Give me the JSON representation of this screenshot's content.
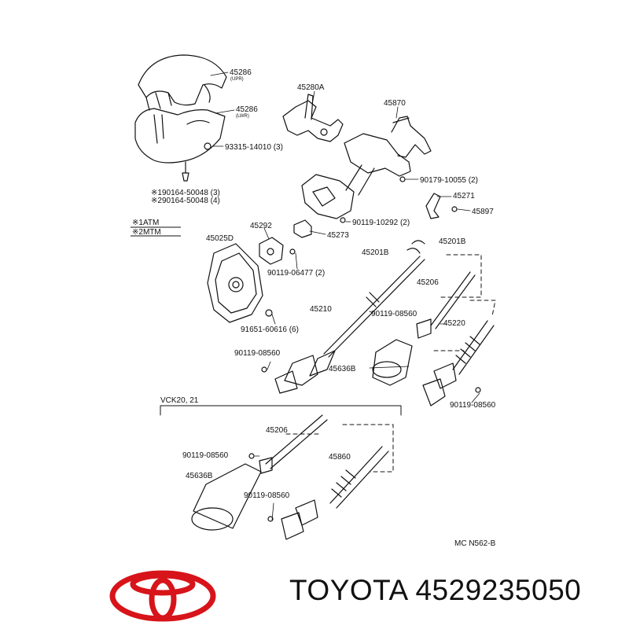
{
  "callouts": [
    {
      "id": "p45286-upr",
      "text": "45286",
      "sub": "(UPR)"
    },
    {
      "id": "p45286-lwr",
      "text": "45286",
      "sub": "(LWR)"
    },
    {
      "id": "p93315",
      "text": "93315-14010 (3)"
    },
    {
      "id": "p190164",
      "text": "※190164-50048 (3)"
    },
    {
      "id": "p290164",
      "text": "※290164-50048 (4)"
    },
    {
      "id": "p45280a",
      "text": "45280A"
    },
    {
      "id": "p45870",
      "text": "45870"
    },
    {
      "id": "p90179",
      "text": "90179-10055 (2)"
    },
    {
      "id": "p45271",
      "text": "45271"
    },
    {
      "id": "p45897",
      "text": "45897"
    },
    {
      "id": "p90119-10292",
      "text": "90119-10292 (2)"
    },
    {
      "id": "p45273",
      "text": "45273"
    },
    {
      "id": "p45292",
      "text": "45292"
    },
    {
      "id": "p45025d",
      "text": "45025D"
    },
    {
      "id": "p90119-06477",
      "text": "90119-06477 (2)"
    },
    {
      "id": "p45201b-r",
      "text": "45201B"
    },
    {
      "id": "p45201b-l",
      "text": "45201B"
    },
    {
      "id": "p45206-a",
      "text": "45206"
    },
    {
      "id": "p45210",
      "text": "45210"
    },
    {
      "id": "p90119-08560-a",
      "text": "90119-08560"
    },
    {
      "id": "p45220",
      "text": "45220"
    },
    {
      "id": "p91651",
      "text": "91651-60616 (6)"
    },
    {
      "id": "p90119-08560-b",
      "text": "90119-08560"
    },
    {
      "id": "p45636b-a",
      "text": "45636B"
    },
    {
      "id": "p90119-08560-c",
      "text": "90119-08560"
    },
    {
      "id": "p45206-b",
      "text": "45206"
    },
    {
      "id": "p90119-08560-d",
      "text": "90119-08560"
    },
    {
      "id": "p45860",
      "text": "45860"
    },
    {
      "id": "p45636b-b",
      "text": "45636B"
    },
    {
      "id": "p90119-08560-e",
      "text": "90119-08560"
    }
  ],
  "legend": {
    "atm": "※1ATM",
    "mtm": "※2MTM"
  },
  "section_label": "VCK20, 21",
  "figure_code": "MC N562-B",
  "brand": {
    "name": "TOYOTA",
    "part_number": "4529235050",
    "text": "TOYOTA 4529235050",
    "logo_color": "#d7141a"
  }
}
